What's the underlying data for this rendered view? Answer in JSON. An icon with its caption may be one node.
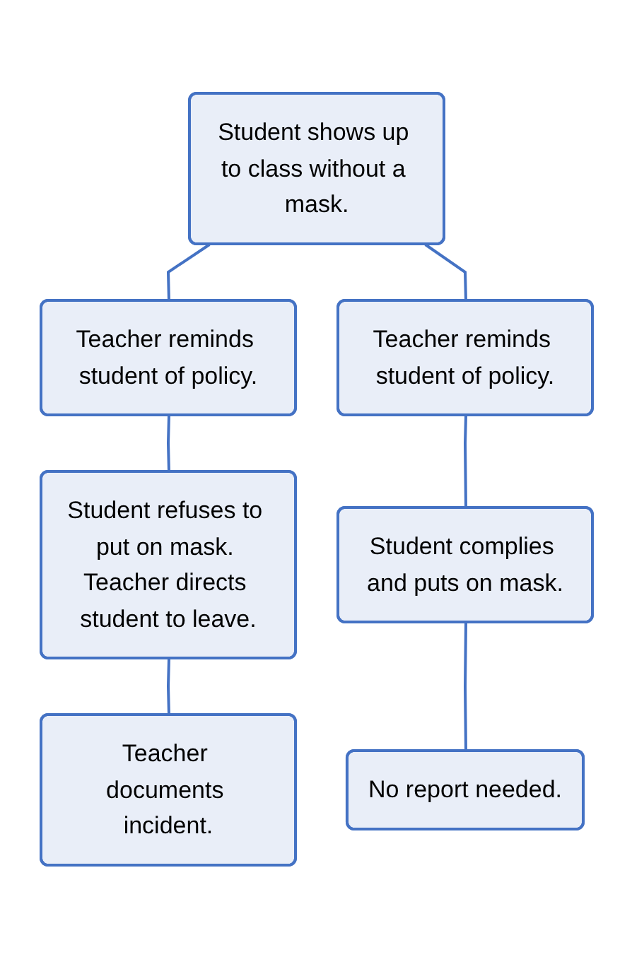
{
  "diagram": {
    "nodes": [
      {
        "text": [
          "Student shows up to class without a mask."
        ]
      },
      {
        "text": [
          "Teacher reminds student of policy."
        ]
      },
      {
        "text": [
          "Student refuses to put on mask. Teacher directs student to leave."
        ]
      },
      {
        "text": [
          "Teacher documents incident."
        ]
      },
      {
        "text": [
          "Teacher reminds student of policy."
        ]
      },
      {
        "text": [
          "Student complies and puts on mask."
        ]
      },
      {
        "text": [
          "No report needed."
        ]
      }
    ],
    "edges": [
      {
        "from": 0,
        "to": 1,
        "arrow": "none"
      },
      {
        "from": 0,
        "to": 4,
        "arrow": "none"
      },
      {
        "from": 1,
        "to": 2,
        "arrow": "none"
      },
      {
        "from": 2,
        "to": 3,
        "arrow": "none"
      },
      {
        "from": 4,
        "to": 5,
        "arrow": "none"
      },
      {
        "from": 5,
        "to": 6,
        "arrow": "none"
      }
    ]
  }
}
